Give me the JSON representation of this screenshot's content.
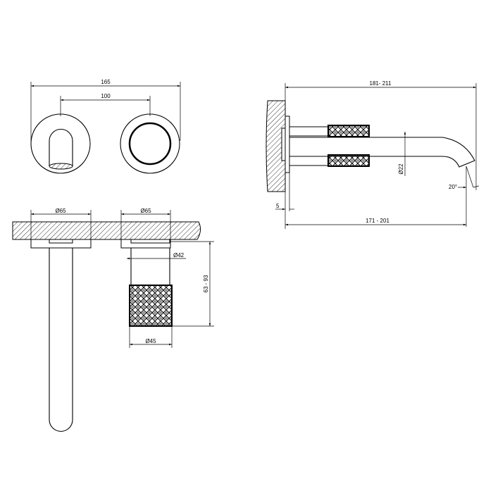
{
  "drawing": {
    "front_view": {
      "overall_width": "165",
      "center_distance": "100"
    },
    "plan_view": {
      "spout_flange_diameter": "Ø65",
      "handle_flange_diameter": "Ø65",
      "handle_stem_diameter": "Ø42",
      "handle_projection": "63 - 93",
      "handle_diameter": "Ø45"
    },
    "side_view": {
      "overall_projection": "181- 211",
      "spout_diameter": "Ø22",
      "outlet_angle": "20°",
      "flange_thickness": "5",
      "outlet_projection": "171 - 201"
    }
  }
}
